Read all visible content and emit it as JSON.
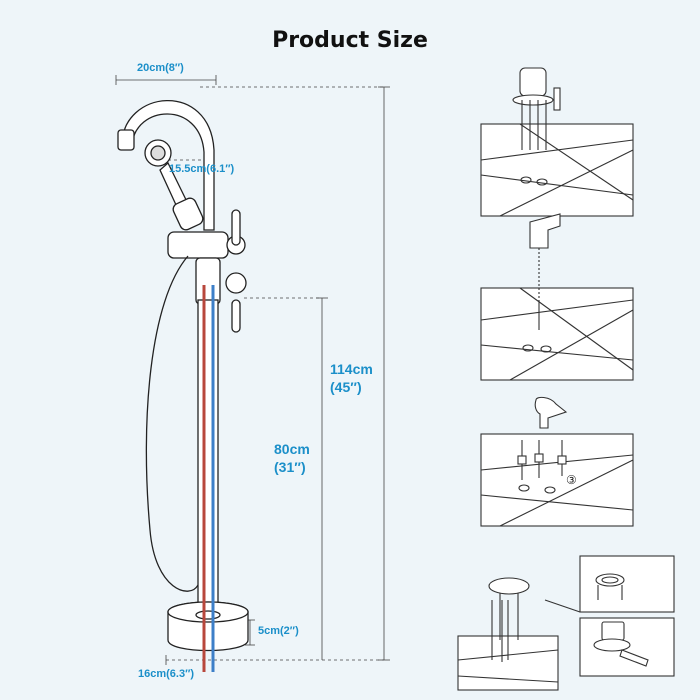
{
  "title": "Product Size",
  "dimensions": {
    "spout_reach": "20cm(8″)",
    "handshower_height": "15.5cm(6.1″)",
    "total_height": "114cm",
    "total_height_in": "(45″)",
    "valve_height": "80cm",
    "valve_height_in": "(31″)",
    "base_height": "5cm(2″)",
    "base_diameter": "16cm(6.3″)"
  },
  "install_steps": {
    "step3_marker": "③"
  },
  "colors": {
    "accent": "#1b8fc9",
    "hot_line": "#b8473c",
    "cold_line": "#3d7fc8",
    "outline": "#222222",
    "background": "#eef5f9"
  }
}
